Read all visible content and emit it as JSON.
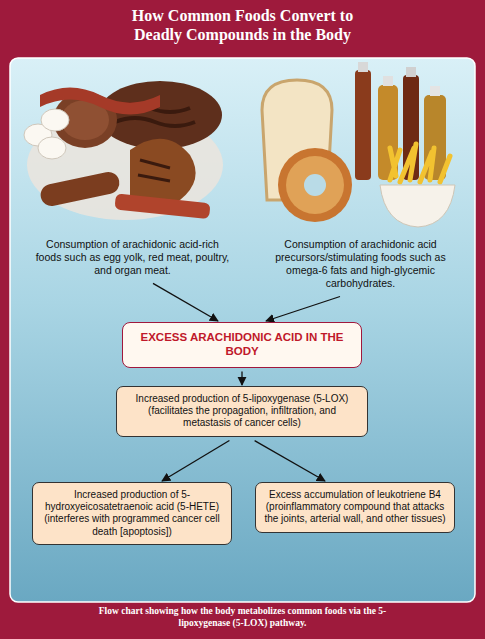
{
  "diagram": {
    "title": "How Common Foods Convert to Deadly Compounds in the Body",
    "caption": "Flow chart showing how the body metabolizes common foods via the 5-lipoxygenase (5-LOX) pathway.",
    "nodes": [
      {
        "text": [
          "Consumption of arachidonic acid-rich foods such as egg yolk, red meat, poultry, and organ meat."
        ]
      },
      {
        "text": [
          "Consumption of arachidonic acid precursors/stimulating foods such as omega-6 fats and high-glycemic carbohydrates."
        ]
      },
      {
        "text": [
          "EXCESS ARACHIDONIC ACID IN THE BODY"
        ]
      },
      {
        "text": [
          "Increased production of 5-lipoxygenase (5-LOX)",
          "(facilitates the propagation, infiltration, and metastasis of cancer cells)"
        ]
      },
      {
        "text": [
          "Increased production of 5-hydroxyeicosatetraenoic acid (5-HETE)",
          "(interferes with programmed cancer cell death [apoptosis])"
        ]
      },
      {
        "text": [
          "Excess accumulation of leukotriene B4",
          "(proinflammatory compound that attacks the joints, arterial wall, and other tissues)"
        ]
      }
    ],
    "edges": [
      {
        "from": 0,
        "to": 2,
        "arrow": "to"
      },
      {
        "from": 1,
        "to": 2,
        "arrow": "to"
      },
      {
        "from": 2,
        "to": 3,
        "arrow": "to"
      },
      {
        "from": 3,
        "to": 4,
        "arrow": "to"
      },
      {
        "from": 3,
        "to": 5,
        "arrow": "to"
      }
    ]
  }
}
